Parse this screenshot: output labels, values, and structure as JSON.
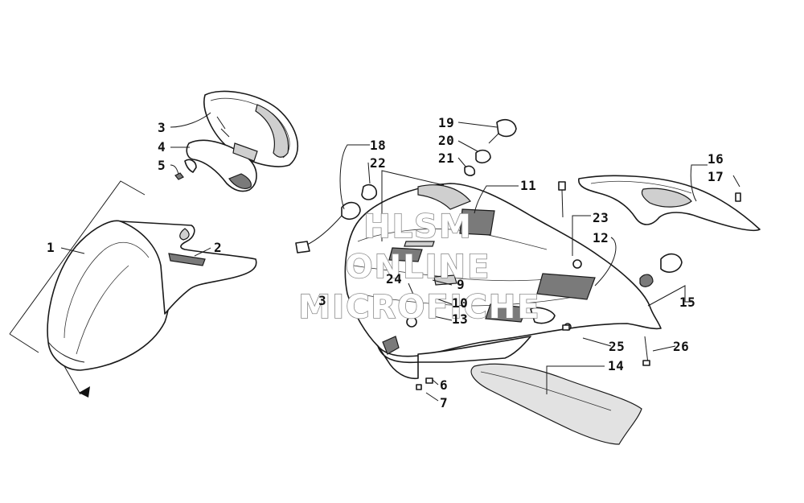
{
  "callouts": [
    {
      "id": "1",
      "text": "1"
    },
    {
      "id": "2",
      "text": "2"
    },
    {
      "id": "3a",
      "text": "3"
    },
    {
      "id": "3b",
      "text": "3"
    },
    {
      "id": "4",
      "text": "4"
    },
    {
      "id": "5",
      "text": "5"
    },
    {
      "id": "6",
      "text": "6"
    },
    {
      "id": "7",
      "text": "7"
    },
    {
      "id": "9",
      "text": "9"
    },
    {
      "id": "10",
      "text": "10"
    },
    {
      "id": "11",
      "text": "11"
    },
    {
      "id": "12",
      "text": "12"
    },
    {
      "id": "13",
      "text": "13"
    },
    {
      "id": "14",
      "text": "14"
    },
    {
      "id": "15",
      "text": "15"
    },
    {
      "id": "16",
      "text": "16"
    },
    {
      "id": "17",
      "text": "17"
    },
    {
      "id": "18",
      "text": "18"
    },
    {
      "id": "19",
      "text": "19"
    },
    {
      "id": "20",
      "text": "20"
    },
    {
      "id": "21",
      "text": "21"
    },
    {
      "id": "22",
      "text": "22"
    },
    {
      "id": "23",
      "text": "23"
    },
    {
      "id": "24",
      "text": "24"
    },
    {
      "id": "25",
      "text": "25"
    },
    {
      "id": "26",
      "text": "26"
    }
  ],
  "watermark": {
    "line1": "HLSM",
    "line2": "ONLINE",
    "line3": "MICROFICHE"
  },
  "colors": {
    "line": "#1a1a1a",
    "shade": "#cfcfcf",
    "watermark_stroke": "#8a8a8a",
    "background": "#ffffff"
  }
}
